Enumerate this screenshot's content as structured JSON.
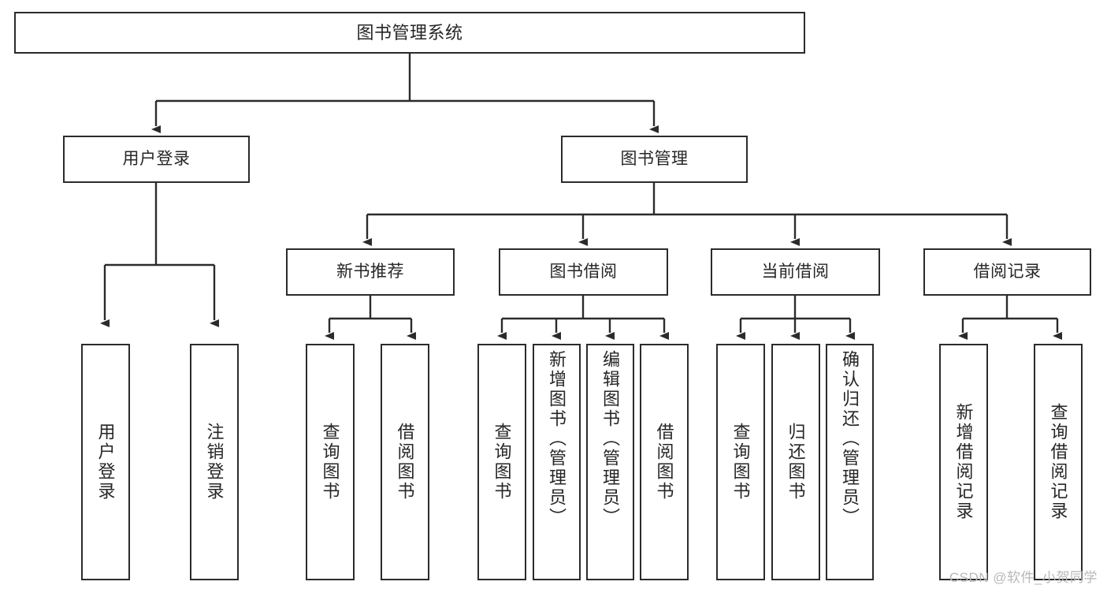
{
  "diagram": {
    "title": "图书管理系统",
    "type": "functional-structure-tree",
    "watermark": "CSDN @软件_小贺同学",
    "colors": {
      "stroke": "#2b2b2b",
      "fill": "#ffffff",
      "text": "#262626",
      "watermark": "#b8b8b8"
    },
    "nodes": {
      "root": {
        "label": "图书管理系统"
      },
      "level2": [
        {
          "key": "user_login",
          "label": "用户登录"
        },
        {
          "key": "book_manage",
          "label": "图书管理"
        }
      ],
      "level3": [
        {
          "key": "new_book_rec",
          "label": "新书推荐"
        },
        {
          "key": "book_borrow",
          "label": "图书借阅"
        },
        {
          "key": "current_borrow",
          "label": "当前借阅"
        },
        {
          "key": "borrow_record",
          "label": "借阅记录"
        }
      ],
      "leaves": {
        "user_login": [
          {
            "key": "leaf_user_login",
            "label": "用户登录"
          },
          {
            "key": "leaf_logout",
            "label": "注销登录"
          }
        ],
        "new_book_rec": [
          {
            "key": "leaf_query_book_1",
            "label": "查询图书"
          },
          {
            "key": "leaf_borrow_book_1",
            "label": "借阅图书"
          }
        ],
        "book_borrow": [
          {
            "key": "leaf_query_book_2",
            "label": "查询图书"
          },
          {
            "key": "leaf_add_book",
            "label": "新增图书（管理员）"
          },
          {
            "key": "leaf_edit_book",
            "label": "编辑图书（管理员）"
          },
          {
            "key": "leaf_borrow_book_2",
            "label": "借阅图书"
          }
        ],
        "current_borrow": [
          {
            "key": "leaf_query_book_3",
            "label": "查询图书"
          },
          {
            "key": "leaf_return_book",
            "label": "归还图书"
          },
          {
            "key": "leaf_confirm_return",
            "label": "确认归还（管理员）"
          }
        ],
        "borrow_record": [
          {
            "key": "leaf_add_record",
            "label": "新增借阅记录"
          },
          {
            "key": "leaf_query_record",
            "label": "查询借阅记录"
          }
        ]
      }
    }
  }
}
